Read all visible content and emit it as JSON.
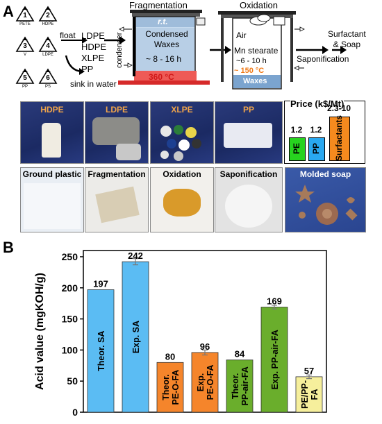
{
  "panel_a": {
    "letter": "A",
    "recycling_codes": [
      {
        "num": "1",
        "abbr": "PETE"
      },
      {
        "num": "2",
        "abbr": "HDPE"
      },
      {
        "num": "3",
        "abbr": "V"
      },
      {
        "num": "4",
        "abbr": "LDPE"
      },
      {
        "num": "5",
        "abbr": "PP"
      },
      {
        "num": "6",
        "abbr": "PS"
      }
    ],
    "float_label": "float",
    "sink_label": "sink in water",
    "float_plastics": [
      "LDPE",
      "HDPE",
      "XLPE",
      "PP"
    ],
    "fragmentation": {
      "title": "Fragmentation",
      "rt": "r.t.",
      "condenser": "condenser",
      "product": "Condensed Waxes",
      "product_line1": "Condensed",
      "product_line2": "Waxes",
      "time": "~ 8 - 16 h",
      "temp": "360 °C"
    },
    "oxidation": {
      "title": "Oxidation",
      "air": "Air",
      "catalyst": "Mn stearate",
      "time": "~6 - 10 h",
      "temp": "~ 150 °C",
      "waxes": "Waxes"
    },
    "saponification": "Saponification",
    "final_product_line1": "Surfactant",
    "final_product_line2": "& Soap",
    "price": {
      "title": "Price (k$/Mt)",
      "bars": [
        {
          "label": "PE",
          "value": "1.2",
          "color": "#27d31f"
        },
        {
          "label": "PP",
          "value": "1.2",
          "color": "#29a8f0"
        },
        {
          "label": "Surfactants",
          "value": "2.3-10",
          "color": "#f58a1e"
        }
      ]
    },
    "plastic_photos": [
      "HDPE",
      "LDPE",
      "XLPE",
      "PP"
    ],
    "process_photos": [
      "Ground plastic",
      "Fragmentation",
      "Oxidation",
      "Saponification",
      "Molded soap"
    ]
  },
  "panel_b": {
    "letter": "B"
  },
  "chart_data": {
    "type": "bar",
    "ylabel": "Acid value (mgKOH/g)",
    "ylim": [
      0,
      260
    ],
    "yticks": [
      0,
      50,
      100,
      150,
      200,
      250
    ],
    "grid": false,
    "bars": [
      {
        "label_line1": "Theor. SA",
        "label_line2": "",
        "value": 197,
        "value_label": "197",
        "color": "#5bbcf3",
        "error": 0
      },
      {
        "label_line1": "Exp. SA",
        "label_line2": "",
        "value": 242,
        "value_label": "242",
        "color": "#5bbcf3",
        "error": 5
      },
      {
        "label_line1": "Theor.",
        "label_line2": "PE-O-FA",
        "value": 80,
        "value_label": "80",
        "color": "#f5852b",
        "error": 0
      },
      {
        "label_line1": "Exp.",
        "label_line2": "PE-O-FA",
        "value": 96,
        "value_label": "96",
        "color": "#f5852b",
        "error": 4
      },
      {
        "label_line1": "Theor.",
        "label_line2": "PP-air-FA",
        "value": 84,
        "value_label": "84",
        "color": "#6aae2c",
        "error": 0
      },
      {
        "label_line1": "Exp. PP-air-FA",
        "label_line2": "",
        "value": 169,
        "value_label": "169",
        "color": "#6aae2c",
        "error": 3
      },
      {
        "label_line1": "PE/PP-",
        "label_line2": "FA",
        "value": 57,
        "value_label": "57",
        "color": "#f6ef9c",
        "error": 3
      }
    ]
  }
}
